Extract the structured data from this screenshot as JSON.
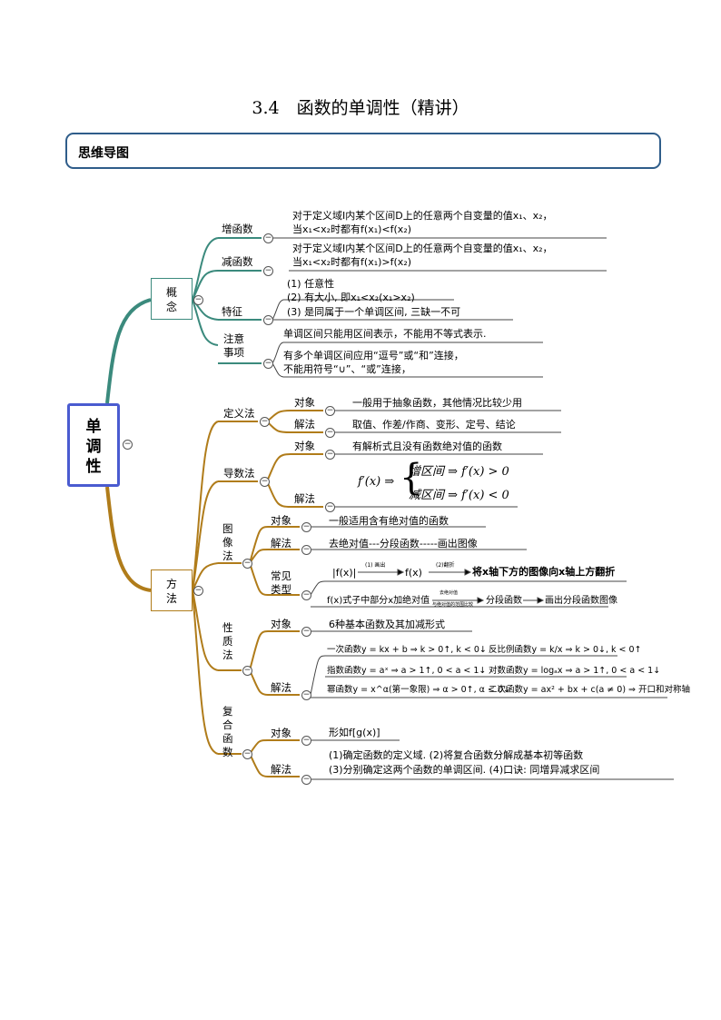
{
  "title": "3.4　函数的单调性（精讲）",
  "banner": "思维导图",
  "root": [
    "单",
    "调",
    "性"
  ],
  "concept": {
    "label": [
      "概",
      "念"
    ],
    "inc": {
      "label": "增函数",
      "line1": "对于定义域I内某个区间D上的任意两个自变量的值x₁、x₂，",
      "line2": "当x₁<x₂时都有f(x₁)<f(x₂)"
    },
    "dec": {
      "label": "减函数",
      "line1": "对于定义域I内某个区间D上的任意两个自变量的值x₁、x₂，",
      "line2": "当x₁<x₂时都有f(x₁)>f(x₂)"
    },
    "feat": {
      "label": "特征",
      "l1": "(1) 任意性",
      "l2": "(2) 有大小, 即x₁<x₂(x₁>x₂)",
      "l3": "(3) 是同属于一个单调区间, 三缺一不可"
    },
    "note": {
      "label": [
        "注意",
        "事项"
      ],
      "l1": "单调区间只能用区间表示，不能用不等式表示.",
      "l2": "有多个单调区间应用“逗号”或“和”连接，",
      "l3": "不能用符号“∪”、“或”连接，"
    }
  },
  "method": {
    "label": [
      "方",
      "法"
    ],
    "def": {
      "label": "定义法",
      "obj": "对象",
      "obj_text": "一般用于抽象函数，其他情况比较少用",
      "sol": "解法",
      "sol_text": "取值、作差/作商、变形、定号、结论"
    },
    "deriv": {
      "label": "导数法",
      "obj": "对象",
      "obj_text": "有解析式且没有函数绝对值的函数",
      "sol": "解法",
      "fx": "f′(x) ⇒",
      "inc": "增区间 ⇒ f′(x) > 0",
      "dec": "减区间 ⇒ f′(x) < 0"
    },
    "graph": {
      "label": [
        "图",
        "像",
        "法"
      ],
      "obj": "对象",
      "obj_text": "一般适用含有绝对值的函数",
      "sol": "解法",
      "sol_text": "去绝对值---分段函数-----画出图像",
      "common": [
        "常见",
        "类型"
      ],
      "t1_a": "|f(x)|",
      "t1_s1": "(1) 画出",
      "t1_b": "f(x)",
      "t1_s2": "(2)翻折",
      "t1_c": "将x轴下方的图像向x轴上方翻折",
      "t2_a": "f(x)式子中部分x加绝对值",
      "t2_s1": "去绝对值",
      "t2_s2": "与绝对值的范围比较",
      "t2_b": "分段函数",
      "t2_c": "画出分段函数图像"
    },
    "prop": {
      "label": [
        "性",
        "质",
        "法"
      ],
      "obj": "对象",
      "obj_text": "6种基本函数及其加减形式",
      "sol": "解法",
      "a1": "一次函数y = kx + b ⇒ k > 0↑, k < 0↓",
      "a2": "反比例函数y = k/x ⇒ k > 0↓, k < 0↑",
      "b1": "指数函数y = aˣ ⇒ a > 1↑, 0 < a < 1↓",
      "b2": "对数函数y = logₐx ⇒ a > 1↑, 0 < a < 1↓",
      "c1": "幂函数y = x^α(第一象限) ⇒ α > 0↑, α < 0↓",
      "c2": "二次函数y = ax² + bx + c(a ≠ 0) ⇒ 开口和对称轴"
    },
    "comp": {
      "label": [
        "复",
        "合",
        "函",
        "数"
      ],
      "obj": "对象",
      "obj_text": "形如f[g(x)]",
      "sol": "解法",
      "l1": "(1)确定函数的定义域. (2)将复合函数分解成基本初等函数",
      "l2": "(3)分别确定这两个函数的单调区间. (4)口诀: 同增异减求区间"
    }
  },
  "colors": {
    "teal": "#3b8a7d",
    "gold": "#b07c1a",
    "root_border": "#4a5bd0",
    "banner_border": "#2f5d8a"
  }
}
